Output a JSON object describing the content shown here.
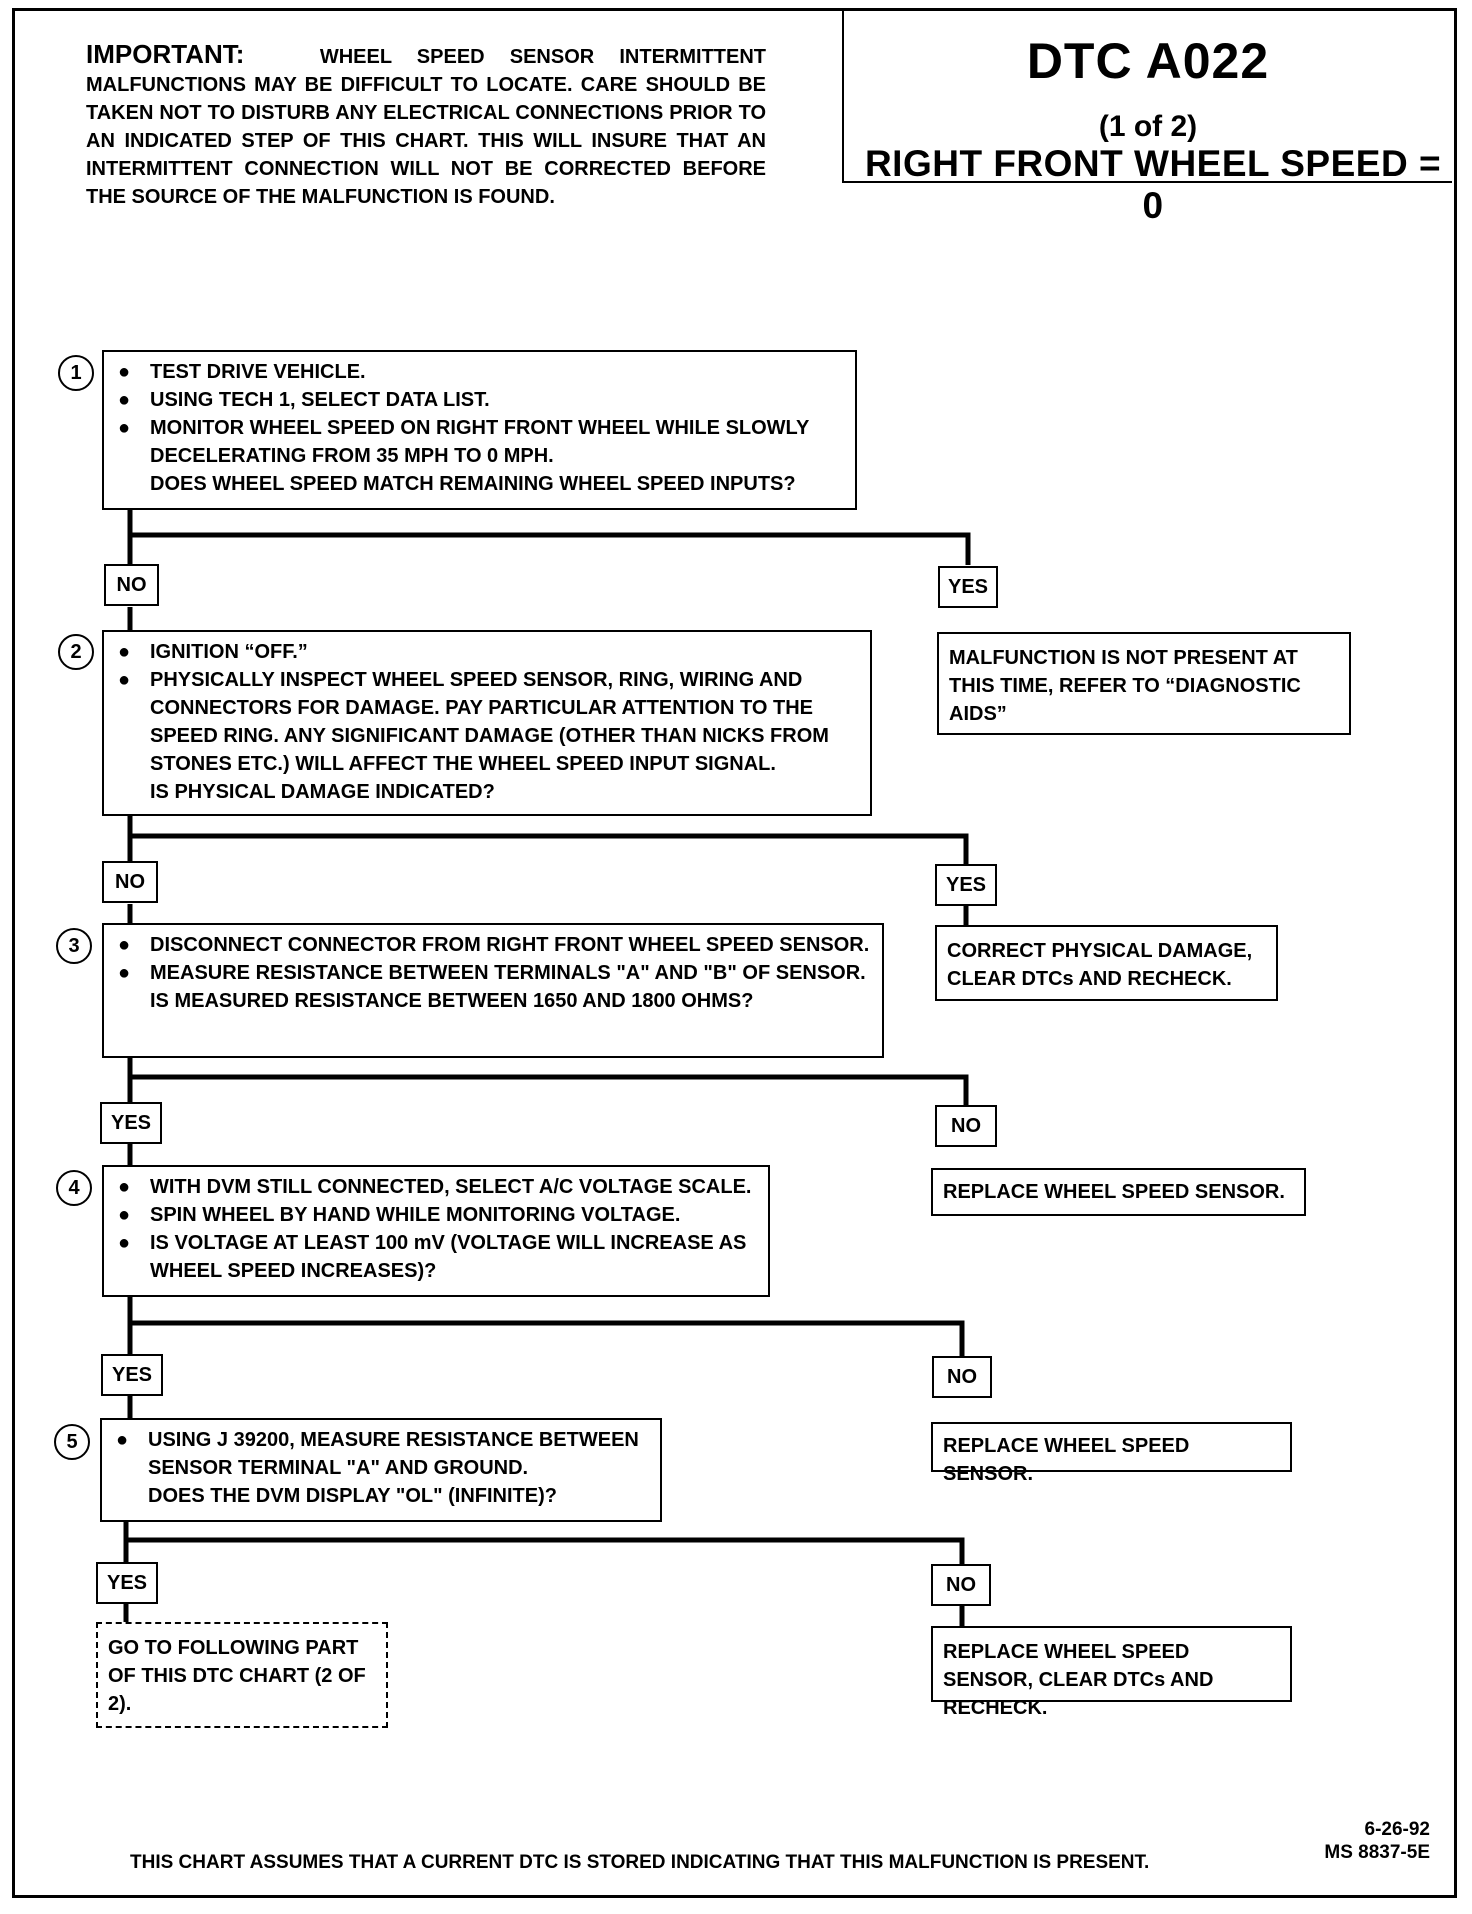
{
  "important": {
    "heading": "IMPORTANT:",
    "text": "WHEEL SPEED SENSOR INTERMITTENT MALFUNCTIONS MAY BE DIFFICULT TO LOCATE. CARE SHOULD BE TAKEN NOT TO DISTURB ANY ELECTRICAL CONNECTIONS PRIOR TO AN INDICATED STEP OF THIS CHART. THIS WILL INSURE THAT AN INTERMITTENT CONNECTION WILL NOT BE CORRECTED BEFORE THE SOURCE OF THE MALFUNCTION IS FOUND."
  },
  "title": {
    "code": "DTC A022",
    "part": "(1 of 2)",
    "name": "RIGHT FRONT WHEEL SPEED = 0"
  },
  "steps": [
    {
      "number": "1",
      "bullets": [
        "TEST DRIVE VEHICLE.",
        "USING TECH 1, SELECT DATA LIST.",
        "MONITOR WHEEL SPEED ON RIGHT FRONT WHEEL WHILE SLOWLY DECELERATING FROM 35 MPH TO 0 MPH."
      ],
      "question": "DOES WHEEL SPEED MATCH REMAINING WHEEL SPEED INPUTS?"
    },
    {
      "number": "2",
      "bullets": [
        "IGNITION “OFF.”",
        "PHYSICALLY INSPECT WHEEL SPEED SENSOR, RING, WIRING AND CONNECTORS FOR DAMAGE.  PAY PARTICULAR ATTENTION TO THE SPEED RING.  ANY SIGNIFICANT DAMAGE (OTHER THAN NICKS FROM STONES ETC.) WILL AFFECT THE WHEEL SPEED INPUT SIGNAL."
      ],
      "question": "IS PHYSICAL DAMAGE INDICATED?"
    },
    {
      "number": "3",
      "bullets": [
        "DISCONNECT CONNECTOR FROM RIGHT FRONT WHEEL SPEED SENSOR.",
        "MEASURE RESISTANCE BETWEEN TERMINALS \"A\" AND \"B\" OF SENSOR."
      ],
      "question": "IS MEASURED RESISTANCE BETWEEN 1650 AND 1800 OHMS?"
    },
    {
      "number": "4",
      "bullets": [
        "WITH DVM STILL CONNECTED, SELECT A/C VOLTAGE SCALE.",
        "SPIN WHEEL BY HAND WHILE MONITORING VOLTAGE.",
        "IS VOLTAGE AT LEAST 100 mV (VOLTAGE WILL INCREASE AS WHEEL SPEED INCREASES)?"
      ],
      "question": ""
    },
    {
      "number": "5",
      "bullets": [
        "USING J 39200, MEASURE RESISTANCE BETWEEN SENSOR TERMINAL \"A\" AND GROUND."
      ],
      "question": "DOES THE DVM DISPLAY \"OL\" (INFINITE)?"
    }
  ],
  "branches": [
    {
      "left": "NO",
      "right": "YES",
      "right_result": "MALFUNCTION IS NOT PRESENT AT THIS TIME, REFER TO “DIAGNOSTIC AIDS”"
    },
    {
      "left": "NO",
      "right": "YES",
      "right_result": "CORRECT PHYSICAL DAMAGE, CLEAR DTCs AND RECHECK."
    },
    {
      "left": "YES",
      "right": "NO",
      "right_result": "REPLACE WHEEL SPEED SENSOR."
    },
    {
      "left": "YES",
      "right": "NO",
      "right_result": "REPLACE WHEEL SPEED SENSOR."
    },
    {
      "left": "YES",
      "right": "NO",
      "right_result": "REPLACE WHEEL SPEED SENSOR, CLEAR DTCs AND RECHECK.",
      "left_result": "GO TO FOLLOWING PART OF THIS DTC CHART (2 OF 2)."
    }
  ],
  "footer": "THIS CHART ASSUMES THAT A CURRENT DTC IS STORED INDICATING THAT THIS MALFUNCTION IS PRESENT.",
  "date": "6-26-92",
  "ref": "MS 8837-5E",
  "bullet_glyph": "●"
}
